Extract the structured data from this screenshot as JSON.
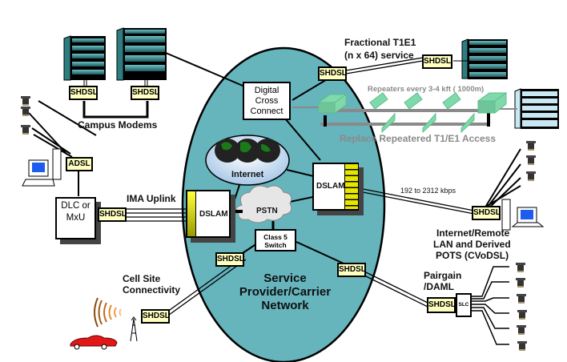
{
  "diagram": {
    "title": "SHDSL Applications",
    "colors": {
      "carrier_network": "#66b4bc",
      "modem_fill": "#ffffc0",
      "repeater": "#7fd9ab",
      "server_teal": "#3e8e92",
      "server_light": "#c8e8f4",
      "dslam_strip": "#e6e600",
      "muted_text": "#8a8a8a"
    },
    "carrier_network": {
      "label": "Service Provider/Carrier Network"
    },
    "nodes": {
      "digital_cross_connect": "Digital Cross Connect",
      "internet": "Internet",
      "pstn": "PSTN",
      "class5_switch": "Class 5 Switch",
      "dslam_left": "DSLAM",
      "dslam_right": "DSLAM",
      "dlc": "DLC or MxU",
      "slc": "SLC",
      "adsl": "ADSL"
    },
    "modem_label": "SHDSL",
    "labels": {
      "campus_modems": "Campus Modems",
      "fractional_t1e1_line1": "Fractional T1E1",
      "fractional_t1e1_line2": "(n x 64) service",
      "repeaters": "Repeaters every 3-4 kft ( 1000m)",
      "replace_repeatered": "Replace Repeatered T1/E1 Access",
      "ima_uplink": "IMA Uplink",
      "rate": "192 to 2312 kbps",
      "remote_lan_line1": "Internet/Remote",
      "remote_lan_line2": "LAN and Derived",
      "remote_lan_line3": "POTS (CVoDSL)",
      "cell_site_line1": "Cell Site",
      "cell_site_line2": "Connectivity",
      "pairgain_line1": "Pairgain",
      "pairgain_line2": "/DAML"
    }
  }
}
